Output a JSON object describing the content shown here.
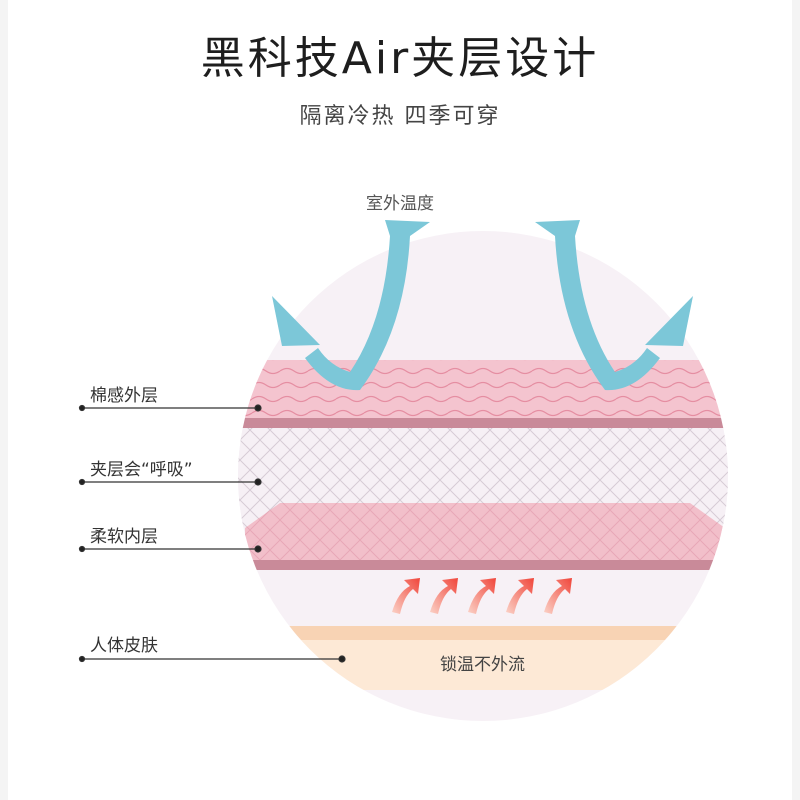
{
  "header": {
    "title": "黑科技Air夹层设计",
    "subtitle": "隔离冷热 四季可穿"
  },
  "diagram": {
    "outside_temperature_label": "室外温度",
    "layers": [
      {
        "name": "cotton-outer",
        "label": "棉感外层"
      },
      {
        "name": "air-interlayer",
        "label": "夹层会“呼吸”"
      },
      {
        "name": "soft-inner",
        "label": "柔软内层"
      },
      {
        "name": "human-skin",
        "label": "人体皮肤"
      }
    ],
    "warmth_label": "锁温不外流",
    "colors": {
      "circle_bg": "#f7f1f6",
      "outer_layer": "#f3c0cb",
      "outer_stripe": "#c98596",
      "mesh_bg": "#f4eef4",
      "mesh_line": "#d7cdd6",
      "inner_layer": "#f2bfca",
      "skin_top": "#f8d5b6",
      "skin_body": "#fde9d6",
      "cold_arrow": "#79c5d7",
      "warm_arrow": "#f05a4a"
    }
  }
}
